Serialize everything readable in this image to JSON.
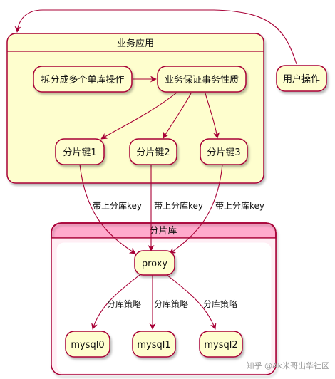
{
  "diagram": {
    "groups": {
      "business_app": {
        "title": "业务应用"
      },
      "shard_db": {
        "title": "分片库"
      }
    },
    "nodes": {
      "split_ops": "拆分成多个单库操作",
      "tx_guarantee": "业务保证事务性质",
      "user_ops": "用户操作",
      "shard_key1": "分片键1",
      "shard_key2": "分片键2",
      "shard_key3": "分片键3",
      "proxy": "proxy",
      "mysql0": "mysql0",
      "mysql1": "mysql1",
      "mysql2": "mysql2"
    },
    "edge_labels": {
      "with_key": "带上分库key",
      "strategy": "分库策略"
    },
    "colors": {
      "node_fill": "#fefece",
      "node_stroke": "#a80036",
      "line": "#a80036",
      "shard_header": "#ffaacc",
      "shard_body": "#ffeef4"
    }
  },
  "watermark": "知乎 @Ak米哥出华社区"
}
